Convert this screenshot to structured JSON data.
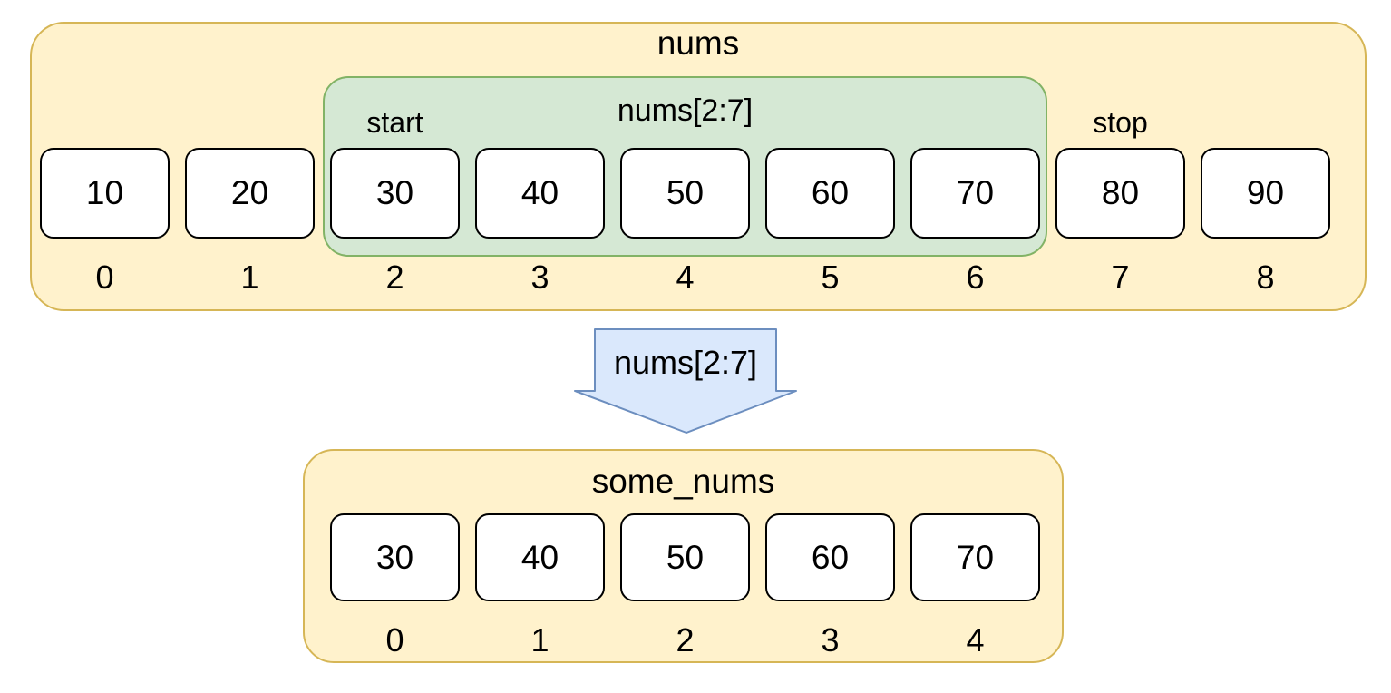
{
  "top_array": {
    "title": "nums",
    "values": [
      "10",
      "20",
      "30",
      "40",
      "50",
      "60",
      "70",
      "80",
      "90"
    ],
    "indices": [
      "0",
      "1",
      "2",
      "3",
      "4",
      "5",
      "6",
      "7",
      "8"
    ],
    "slice": {
      "label": "nums[2:7]",
      "start_label": "start",
      "stop_label": "stop"
    }
  },
  "arrow": {
    "label": "nums[2:7]"
  },
  "bottom_array": {
    "title": "some_nums",
    "values": [
      "30",
      "40",
      "50",
      "60",
      "70"
    ],
    "indices": [
      "0",
      "1",
      "2",
      "3",
      "4"
    ]
  },
  "colors": {
    "container_fill": "#FFF2CC",
    "container_stroke": "#D6B656",
    "slice_fill": "#D5E8D4",
    "slice_stroke": "#82B366",
    "arrow_fill": "#DAE8FC",
    "arrow_stroke": "#6C8EBF",
    "cell_fill": "#FFFFFF",
    "cell_stroke": "#000000",
    "text": "#000000"
  }
}
